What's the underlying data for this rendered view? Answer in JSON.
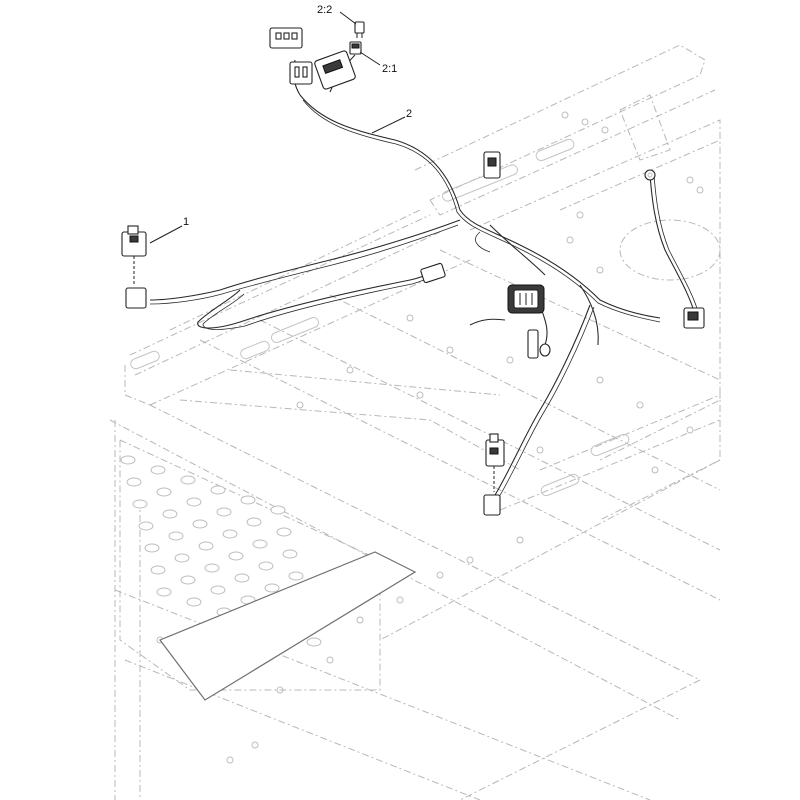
{
  "callouts": [
    {
      "id": "1",
      "label": "1"
    },
    {
      "id": "2",
      "label": "2"
    },
    {
      "id": "2-1",
      "label": "2:1"
    },
    {
      "id": "2-2",
      "label": "2:2"
    }
  ],
  "colors": {
    "frame": "#b8b8b8",
    "line": "#222222",
    "background": "#ffffff"
  }
}
